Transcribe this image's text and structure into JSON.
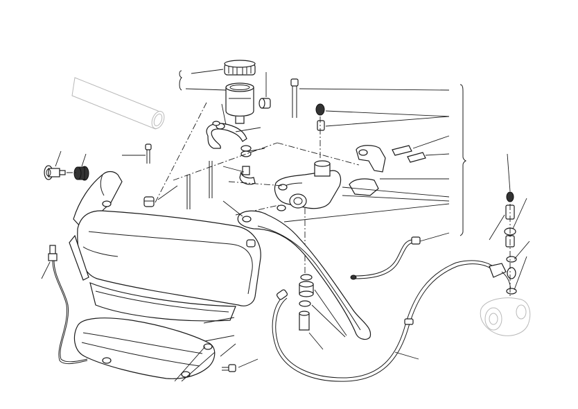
{
  "diagram": {
    "type": "exploded-parts-view",
    "colors": {
      "line": "#1a1a1a",
      "ghost_part": "#b8b8b8",
      "shading": "#d9d9d9",
      "background": "#ffffff"
    },
    "part_groups": [
      "handlebar-grip-ghost",
      "fluid-reservoir-assembly",
      "reservoir-hose",
      "bar-end-weight",
      "handguard-assembly",
      "clutch-master-cylinder",
      "clutch-lever",
      "switch-and-wire",
      "clutch-hose",
      "slave-cylinder-fittings"
    ],
    "callout_count": 38
  }
}
